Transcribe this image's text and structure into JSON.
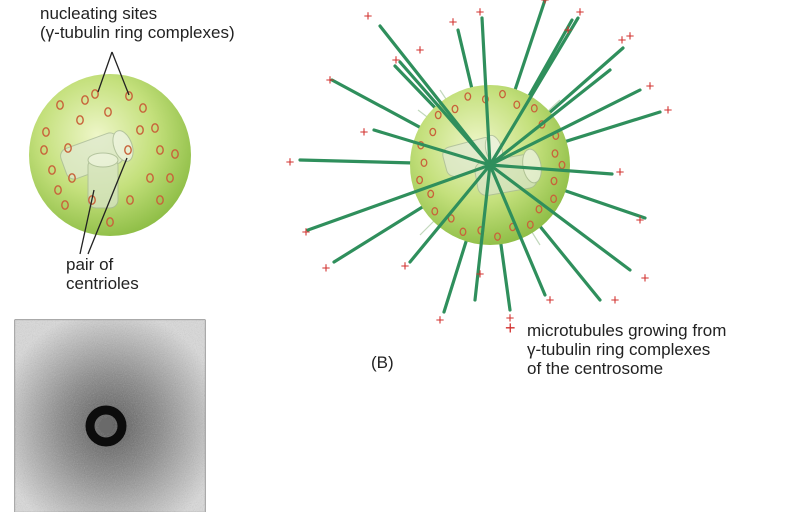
{
  "labels": {
    "nucleating_sites": "nucleating sites\n(γ-tubulin ring complexes)",
    "pair_of_centrioles": "pair of\ncentrioles",
    "microtubules": "microtubules growing from\nγ-tubulin ring complexes\nof the centrosome",
    "panel_b": "(B)",
    "plus_end": "+"
  },
  "colors": {
    "sphere_light": "#e6f2b8",
    "sphere_mid": "#b9dc6e",
    "sphere_dark": "#8fc048",
    "microtubule": "#2f8f5c",
    "plus_sign": "#d2302e",
    "ring": "#c8623a"
  }
}
